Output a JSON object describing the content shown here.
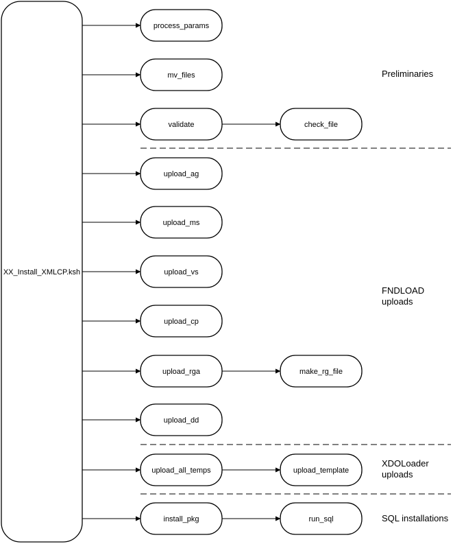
{
  "main_script": "XX_Install_XMLCP.ksh",
  "procedures": [
    {
      "label": "process_params",
      "child": ""
    },
    {
      "label": "mv_files",
      "child": ""
    },
    {
      "label": "validate",
      "child": "check_file"
    },
    {
      "label": "upload_ag",
      "child": ""
    },
    {
      "label": "upload_ms",
      "child": ""
    },
    {
      "label": "upload_vs",
      "child": ""
    },
    {
      "label": "upload_cp",
      "child": ""
    },
    {
      "label": "upload_rga",
      "child": "make_rg_file"
    },
    {
      "label": "upload_dd",
      "child": ""
    },
    {
      "label": "upload_all_temps",
      "child": "upload_template"
    },
    {
      "label": "install_pkg",
      "child": "run_sql"
    }
  ],
  "sections": [
    {
      "lines": [
        "Preliminaries"
      ]
    },
    {
      "lines": [
        "FNDLOAD",
        "uploads"
      ]
    },
    {
      "lines": [
        "XDOLoader",
        "uploads"
      ]
    },
    {
      "lines": [
        "SQL installations"
      ]
    }
  ]
}
